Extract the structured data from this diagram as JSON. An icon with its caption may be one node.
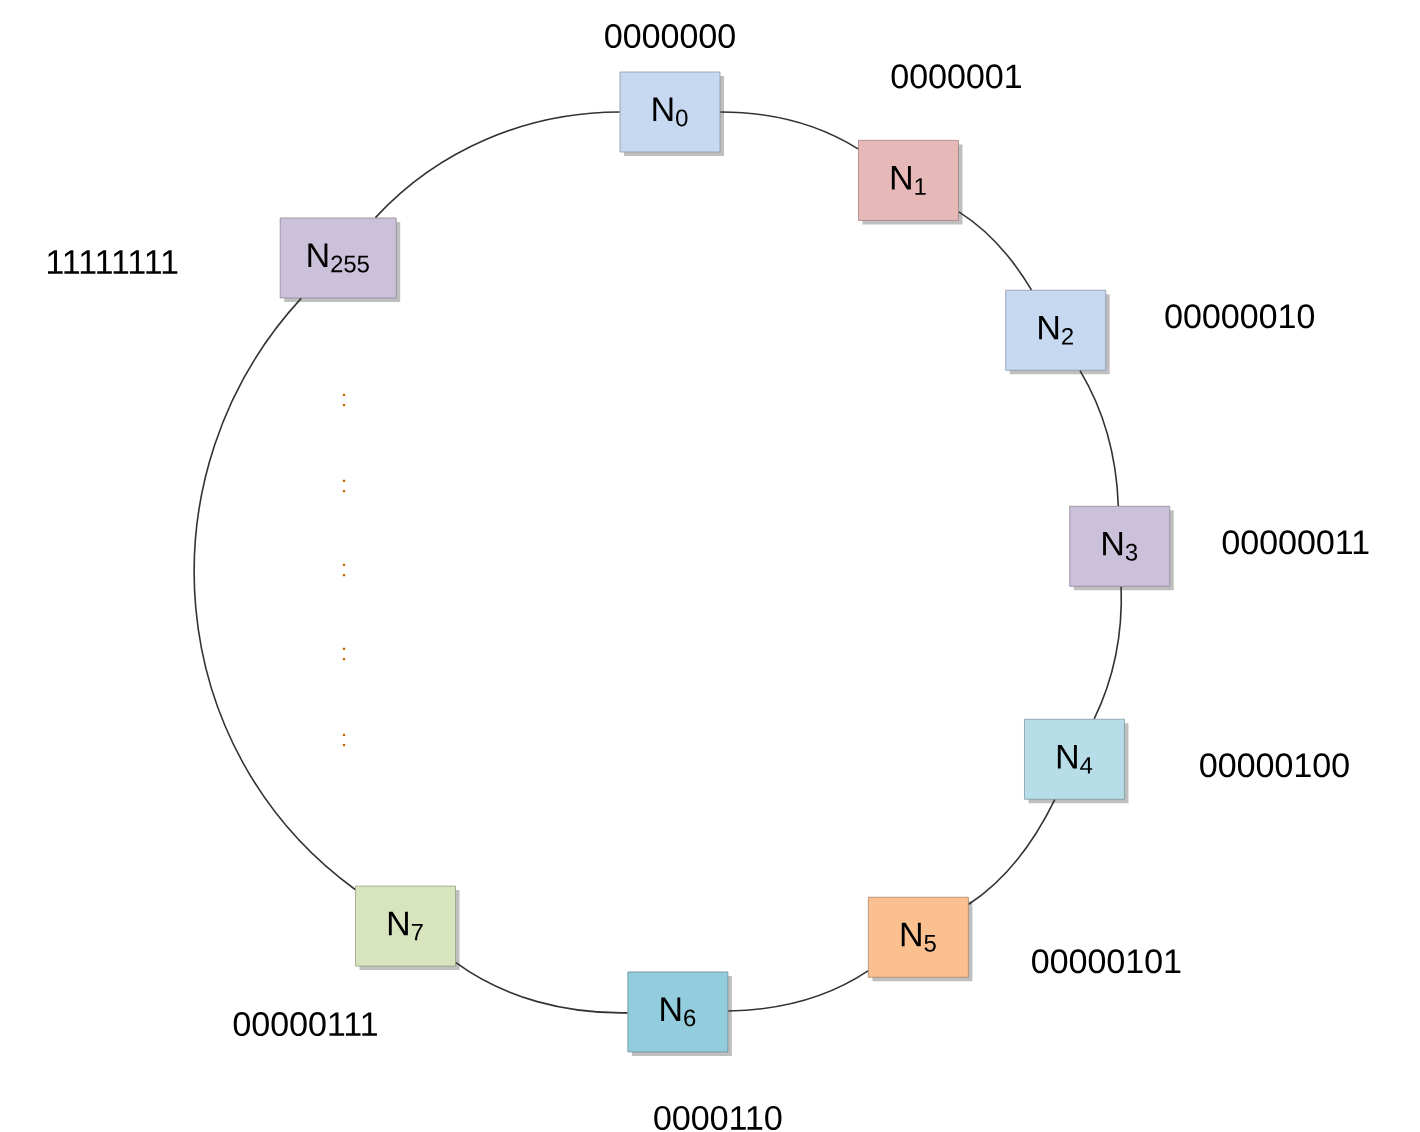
{
  "diagram": {
    "nodes": [
      {
        "text": [
          "N$_{0}$"
        ],
        "beside": [
          "0000000"
        ]
      },
      {
        "text": [
          "N$_{1}$"
        ],
        "beside": [
          "0000001"
        ]
      },
      {
        "text": [
          "N$_{2}$"
        ],
        "beside": [
          "00000010"
        ]
      },
      {
        "text": [
          "N$_{3}$"
        ],
        "beside": [
          "00000011"
        ]
      },
      {
        "text": [
          "N$_{4}$"
        ],
        "beside": [
          "00000100"
        ]
      },
      {
        "text": [
          "N$_{5}$"
        ],
        "beside": [
          "00000101"
        ]
      },
      {
        "text": [
          "N$_{6}$"
        ],
        "beside": [
          "0000110"
        ]
      },
      {
        "text": [
          "N$_{7}$"
        ],
        "beside": [
          "00000111"
        ]
      },
      {
        "text": [
          "N$_{255}$"
        ],
        "beside": [
          "11111111"
        ]
      }
    ],
    "edges": [
      {
        "from": 0,
        "to": 1,
        "arrow": "none"
      },
      {
        "from": 1,
        "to": 2,
        "arrow": "none"
      },
      {
        "from": 2,
        "to": 3,
        "arrow": "none"
      },
      {
        "from": 3,
        "to": 4,
        "arrow": "none"
      },
      {
        "from": 4,
        "to": 5,
        "arrow": "none"
      },
      {
        "from": 5,
        "to": 6,
        "arrow": "none"
      },
      {
        "from": 6,
        "to": 7,
        "arrow": "none"
      },
      {
        "from": 7,
        "to": 8,
        "arrow": "none"
      },
      {
        "from": 8,
        "to": 0,
        "arrow": "none"
      }
    ],
    "labels": [
      ":",
      ":",
      ":",
      ":",
      ":"
    ]
  }
}
